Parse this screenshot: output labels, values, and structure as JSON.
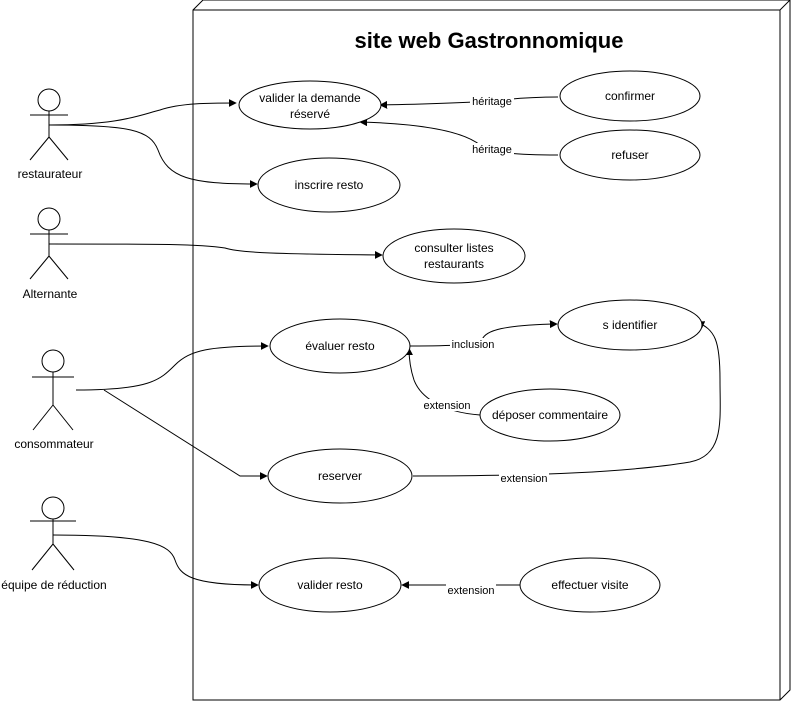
{
  "diagram": {
    "title": "site web Gastronnomique",
    "actors": {
      "restaurateur": "restaurateur",
      "alternante": "Alternante",
      "consommateur": "consommateur",
      "equipe": "équipe de réduction"
    },
    "usecases": {
      "valider_demande_l1": "valider la demande",
      "valider_demande_l2": "réservé",
      "inscrire_resto": "inscrire resto",
      "consulter_l1": "consulter listes",
      "consulter_l2": "restaurants",
      "evaluer_resto": "évaluer resto",
      "reserver": "reserver",
      "valider_resto": "valider resto",
      "confirmer": "confirmer",
      "refuser": "refuser",
      "s_identifier": "s identifier",
      "deposer_commentaire": "déposer commentaire",
      "effectuer_visite": "effectuer visite"
    },
    "relations": {
      "heritage_confirmer": "héritage",
      "heritage_refuser": "héritage",
      "inclusion": "inclusion",
      "extension_commentaire": "extension",
      "extension_reserver": "extension",
      "extension_visite": "extension"
    }
  }
}
